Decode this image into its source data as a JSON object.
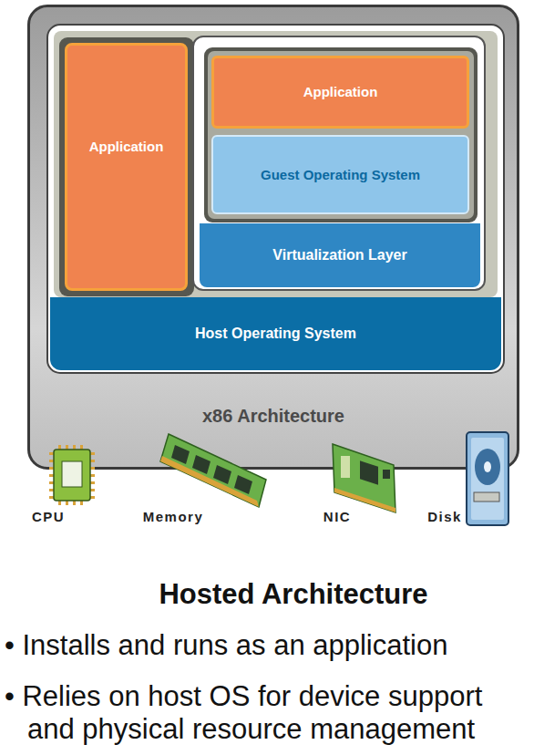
{
  "diagram": {
    "title": "Hosted Architecture",
    "nodes": [
      {
        "text": [
          "x86 Architecture"
        ]
      },
      {
        "text": [
          "Application"
        ],
        "in": 0
      },
      {
        "text": [
          "Application"
        ],
        "in": 0
      },
      {
        "text": [
          "Guest Operating System"
        ],
        "in": 0
      },
      {
        "text": [
          "Virtualization Layer"
        ],
        "in": 0
      },
      {
        "text": [
          "Host Operating System"
        ],
        "in": 0
      }
    ],
    "labels": [
      "CPU",
      "Memory",
      "NIC",
      "Disk",
      "• Installs and runs as an application",
      "• Relies on host OS for device support and physical resource management"
    ]
  }
}
